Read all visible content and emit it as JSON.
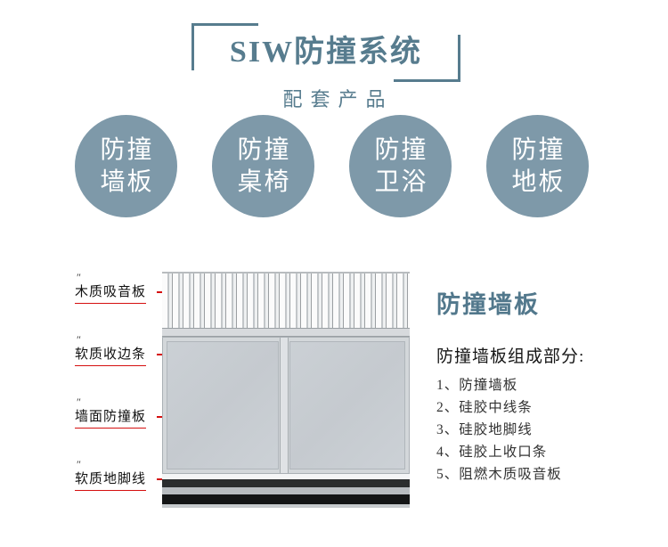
{
  "header": {
    "title": "SIW防撞系统",
    "subtitle": "配套产品"
  },
  "product_circles": [
    {
      "line1": "防撞",
      "line2": "墙板"
    },
    {
      "line1": "防撞",
      "line2": "桌椅"
    },
    {
      "line1": "防撞",
      "line2": "卫浴"
    },
    {
      "line1": "防撞",
      "line2": "地板"
    }
  ],
  "diagram": {
    "tick": "″",
    "labels": [
      "木质吸音板",
      "软质收边条",
      "墙面防撞板",
      "软质地脚线"
    ]
  },
  "detail": {
    "title": "防撞墙板",
    "subtitle": "防撞墙板组成部分:",
    "items": [
      "1、防撞墙板",
      "2、硅胶中线条",
      "3、硅胶地脚线",
      "4、硅胶上收口条",
      "5、阻燃木质吸音板"
    ]
  },
  "colors": {
    "accent": "#577c8e",
    "circle_fill": "#7e99a9",
    "arrow_red": "#d50f0f"
  }
}
